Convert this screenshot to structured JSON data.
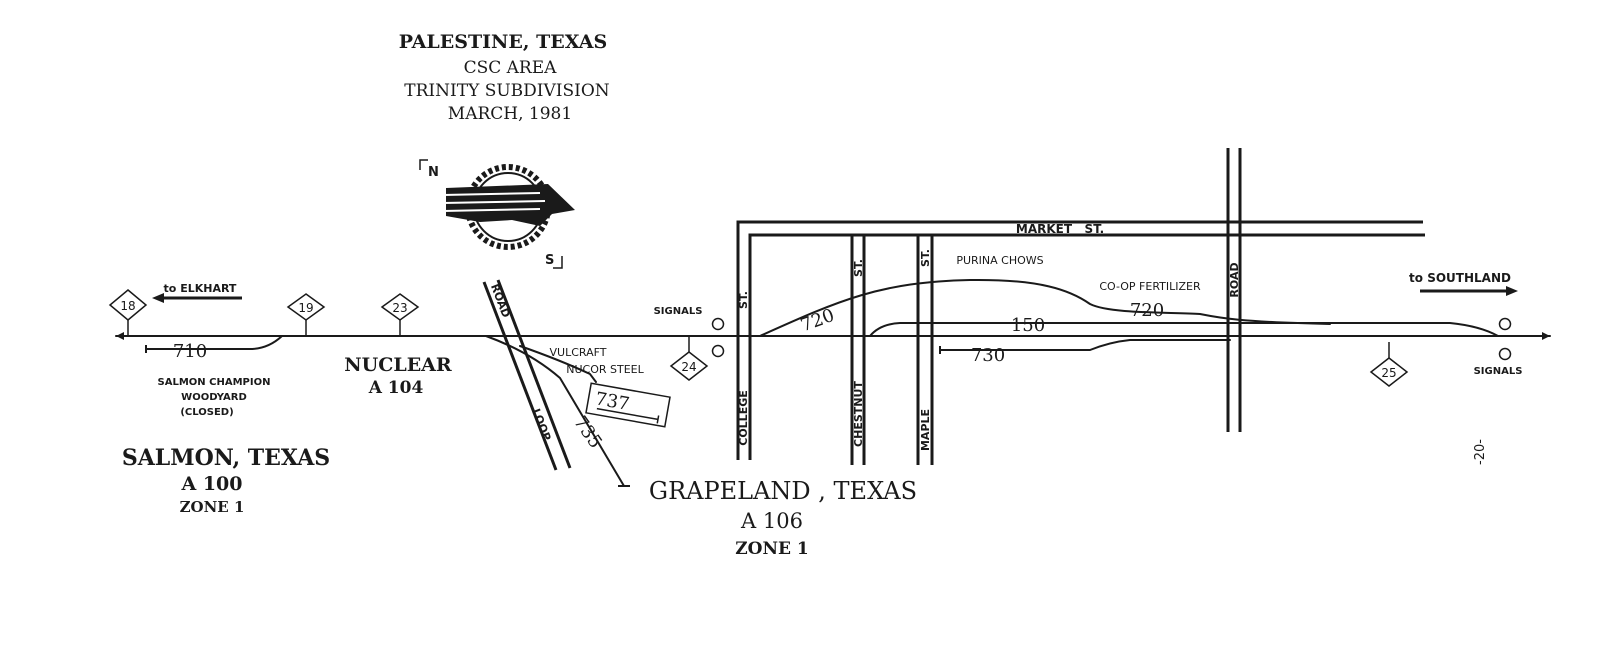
{
  "header": {
    "line1": "PALESTINE, TEXAS",
    "line2": "CSC AREA",
    "line3": "TRINITY SUBDIVISION",
    "line4": "MARCH, 1981"
  },
  "compass": {
    "north": "N",
    "south": "S"
  },
  "directions": {
    "left": "to ELKHART",
    "right": "to SOUTHLAND"
  },
  "mileposts": [
    "18",
    "19",
    "23",
    "24",
    "25"
  ],
  "signals": {
    "west_label": "SIGNALS",
    "east_label": "SIGNALS"
  },
  "tracks": {
    "t710": "710",
    "t720_a": "720",
    "t720_b": "720",
    "t150": "150",
    "t730": "730",
    "t737": "737",
    "t735": "735"
  },
  "industries": {
    "salmon_line1": "SALMON CHAMPION",
    "salmon_line2": "WOODYARD",
    "salmon_line3": "(CLOSED)",
    "vulcraft_line1": "VULCRAFT",
    "vulcraft_line2": "NUCOR STEEL",
    "purina": "PURINA CHOWS",
    "coop": "CO-OP FERTILIZER"
  },
  "stations": {
    "salmon_name": "SALMON, TEXAS",
    "salmon_code": "A 100",
    "salmon_zone": "ZONE 1",
    "nuclear_name": "NUCLEAR",
    "nuclear_code": "A 104",
    "grapeland_name": "GRAPELAND , TEXAS",
    "grapeland_code": "A 106",
    "grapeland_zone": "ZONE 1"
  },
  "streets": {
    "market": "MARKET   ST.",
    "college": "COLLEGE",
    "college_st": "ST.",
    "chestnut": "CHESTNUT",
    "chestnut_st": "ST.",
    "maple": "MAPLE",
    "maple_st": "ST.",
    "road_right": "ROAD",
    "road_left": "ROAD",
    "road_left_name": "LOOP"
  },
  "page_number": "-20-"
}
